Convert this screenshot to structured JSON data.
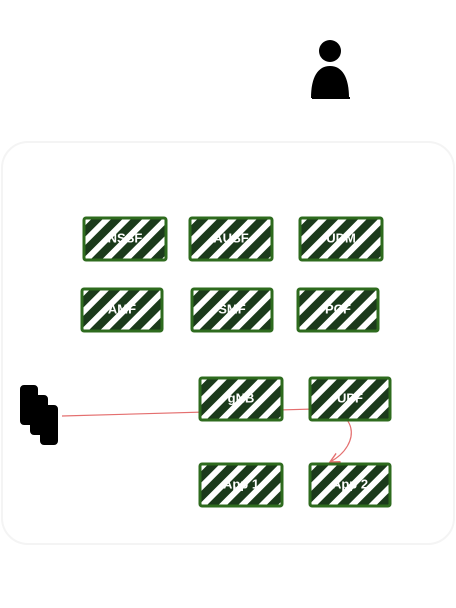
{
  "colors": {
    "node_fill": "#1b3a1b",
    "node_hatch": "#ffffff",
    "node_border": "#2e6b1e",
    "link": "#e46f6f",
    "person": "#000000",
    "devices": "#000000",
    "label": "#ffffff"
  },
  "icons": {
    "user": "person-icon",
    "devices": "phones-icon"
  },
  "nodes": [
    {
      "id": "nssf",
      "label": "NSSF"
    },
    {
      "id": "ausf",
      "label": "AUSF"
    },
    {
      "id": "udm",
      "label": "UDM"
    },
    {
      "id": "amf",
      "label": "AMF"
    },
    {
      "id": "smf",
      "label": "SMF"
    },
    {
      "id": "pcf",
      "label": "PCF"
    },
    {
      "id": "gnb",
      "label": "gNB"
    },
    {
      "id": "upf",
      "label": "UPF"
    },
    {
      "id": "app1",
      "label": "App 1"
    },
    {
      "id": "app2",
      "label": "App 2"
    }
  ]
}
